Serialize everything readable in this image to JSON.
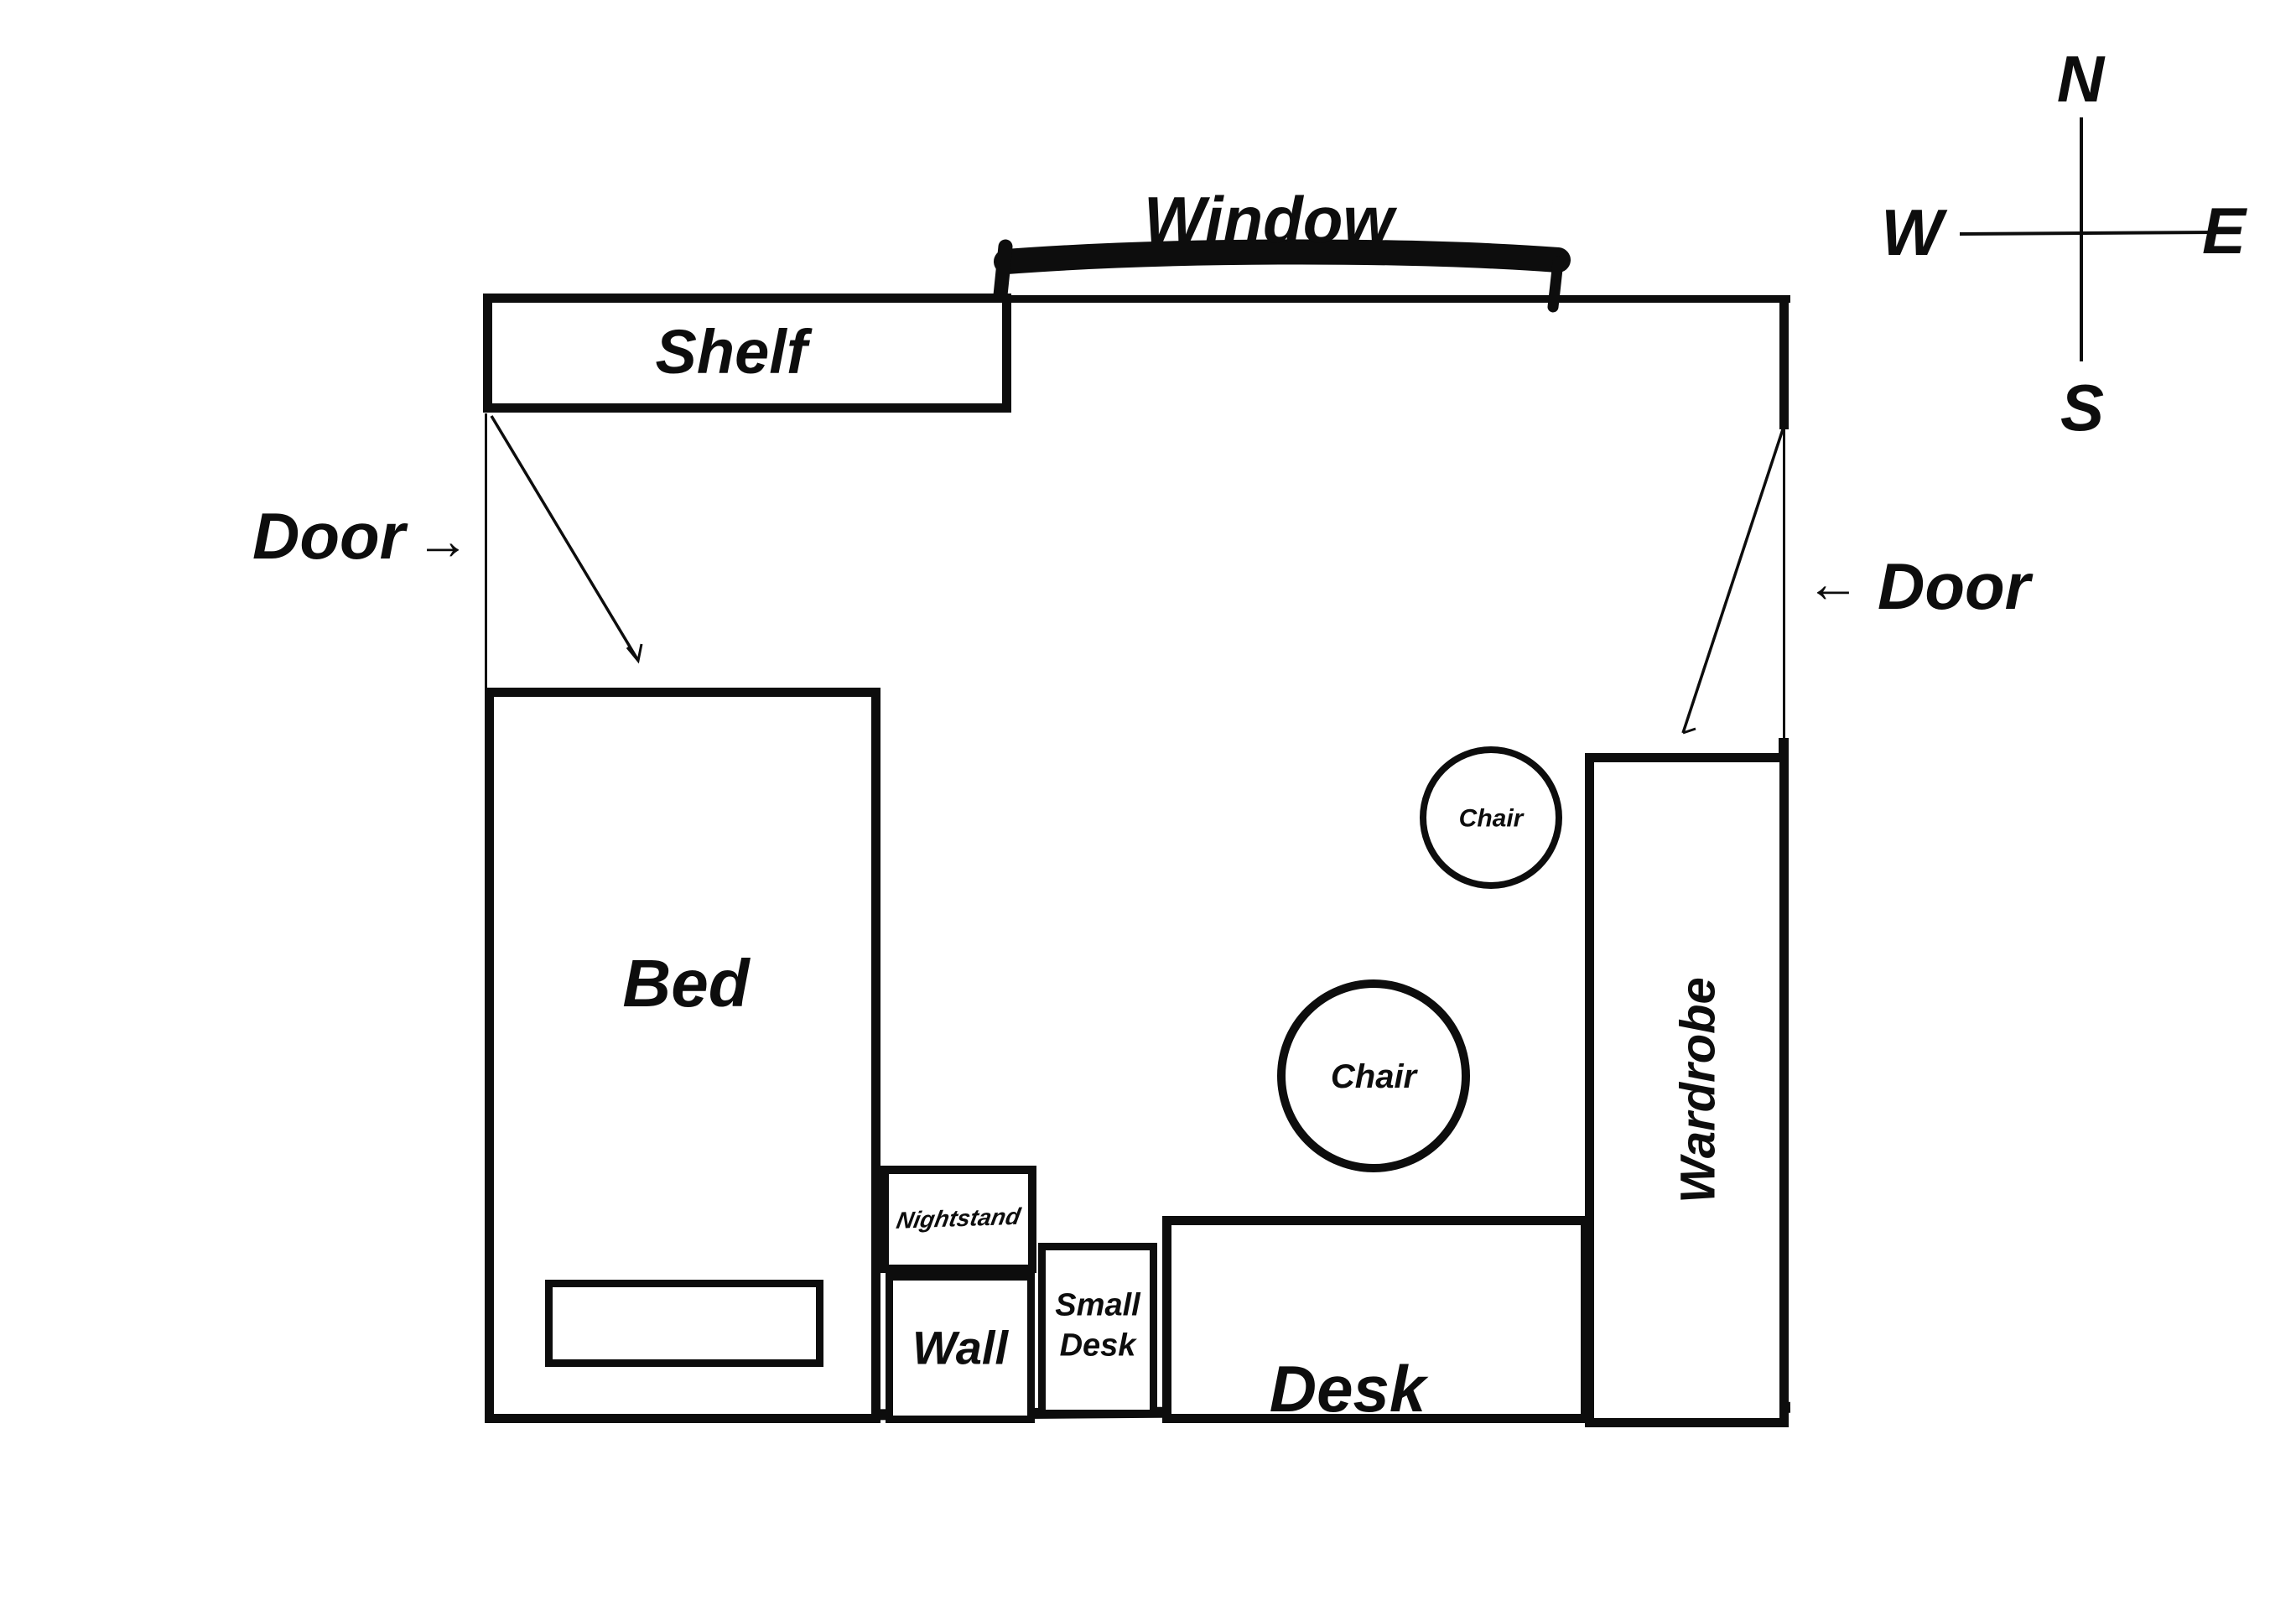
{
  "diagram": {
    "type": "room-floor-plan",
    "ink_color": "#0d0d0d",
    "background_color": "#ffffff"
  },
  "labels": {
    "window": "Window",
    "shelf": "Shelf",
    "bed": "Bed",
    "nightstand": "Nightstand",
    "wall": "Wall",
    "small_desk_line1": "Small",
    "small_desk_line2": "Desk",
    "desk": "Desk",
    "wardrobe": "Wardrobe",
    "chair_near_wardrobe": "Chair",
    "chair_center": "Chair",
    "door_west": "Door",
    "door_east": "Door"
  },
  "icons": {
    "door_west_arrow": "→",
    "door_east_arrow": "←"
  },
  "compass": {
    "north": "N",
    "west": "W",
    "east": "E",
    "south": "S"
  }
}
